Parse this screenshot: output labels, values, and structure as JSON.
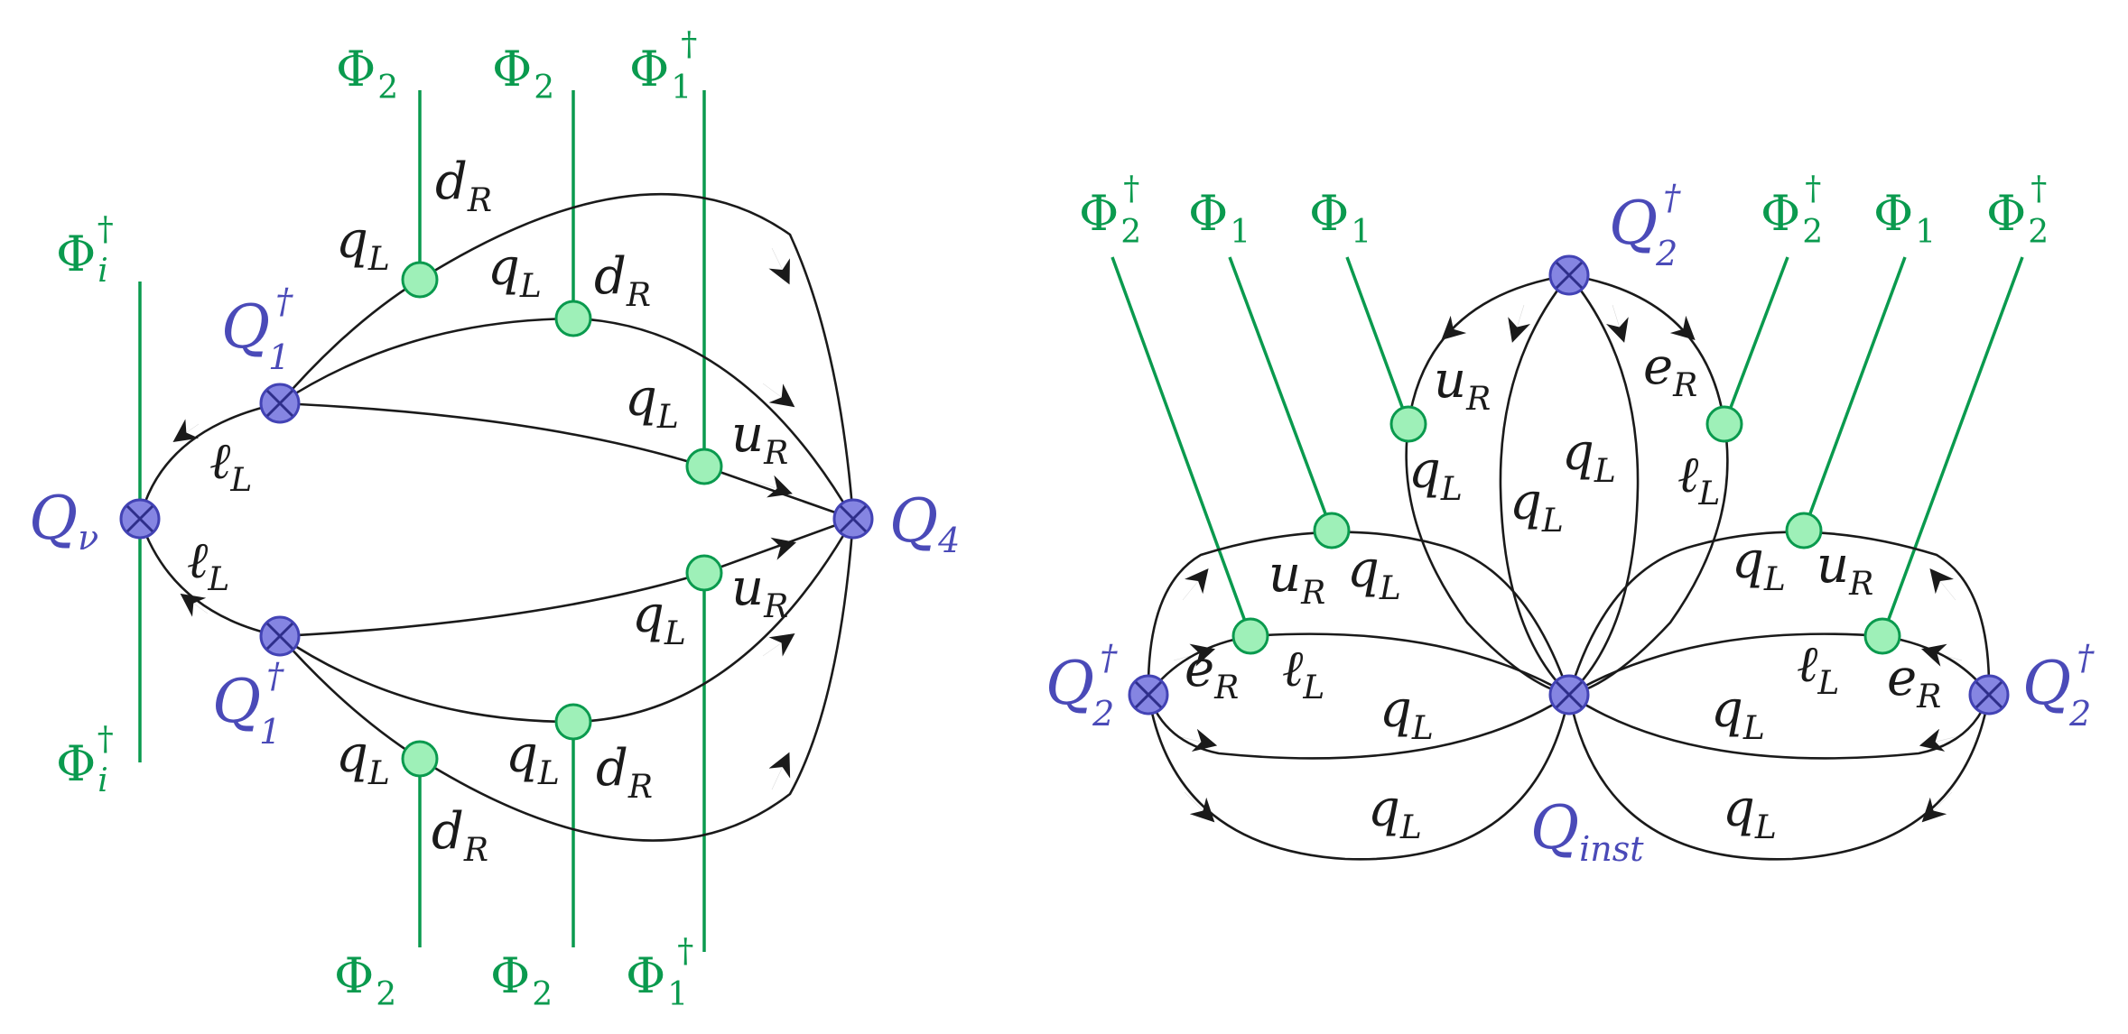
{
  "colors": {
    "ink": "#1a1a1a",
    "scalar": "#0a9a4e",
    "node_fill": "#9ef0b8",
    "vertex_fill": "#8585e2",
    "vertex_stroke": "#4343b5",
    "vertex_text": "#4a4ab8"
  },
  "symbols": {
    "Phi": "Φ",
    "dagger": "†",
    "nu": "ν",
    "ell": "ℓ"
  },
  "left_diagram": {
    "vertices": {
      "q_nu": {
        "base": "Q",
        "sub": "ν"
      },
      "q1_top": {
        "base": "Q",
        "sub": "1",
        "sup": "†"
      },
      "q1_bottom": {
        "base": "Q",
        "sub": "1",
        "sup": "†"
      },
      "q4": {
        "base": "Q",
        "sub": "4"
      }
    },
    "scalars": {
      "phi_i_top": {
        "base": "Φ",
        "sub": "i",
        "sup": "†"
      },
      "phi_i_bottom": {
        "base": "Φ",
        "sub": "i",
        "sup": "†"
      },
      "top_1": {
        "base": "Φ",
        "sub": "2"
      },
      "top_2": {
        "base": "Φ",
        "sub": "2"
      },
      "top_3": {
        "base": "Φ",
        "sub": "1",
        "sup": "†"
      },
      "bot_1": {
        "base": "Φ",
        "sub": "2"
      },
      "bot_2": {
        "base": "Φ",
        "sub": "2"
      },
      "bot_3": {
        "base": "Φ",
        "sub": "1",
        "sup": "†"
      }
    },
    "fermions": {
      "dR_top_outer": {
        "base": "d",
        "sub": "R"
      },
      "qL_top_outer": {
        "base": "q",
        "sub": "L"
      },
      "qL_top_mid": {
        "base": "q",
        "sub": "L"
      },
      "dR_top_mid": {
        "base": "d",
        "sub": "R"
      },
      "qL_top_inner": {
        "base": "q",
        "sub": "L"
      },
      "uR_top_inner": {
        "base": "u",
        "sub": "R"
      },
      "ellL_top": {
        "base": "ℓ",
        "sub": "L"
      },
      "ellL_bottom": {
        "base": "ℓ",
        "sub": "L"
      },
      "qL_bot_inner": {
        "base": "q",
        "sub": "L"
      },
      "uR_bot_inner": {
        "base": "u",
        "sub": "R"
      },
      "qL_bot_outer": {
        "base": "q",
        "sub": "L"
      },
      "qL_bot_mid": {
        "base": "q",
        "sub": "L"
      },
      "dR_bot_mid": {
        "base": "d",
        "sub": "R"
      },
      "dR_bot_outer": {
        "base": "d",
        "sub": "R"
      }
    }
  },
  "right_diagram": {
    "vertices": {
      "q2_top": {
        "base": "Q",
        "sub": "2",
        "sup": "†"
      },
      "q2_left": {
        "base": "Q",
        "sub": "2",
        "sup": "†"
      },
      "q2_right": {
        "base": "Q",
        "sub": "2",
        "sup": "†"
      },
      "q_inst": {
        "base": "Q",
        "sub": "inst"
      }
    },
    "scalars": {
      "s1": {
        "base": "Φ",
        "sub": "2",
        "sup": "†"
      },
      "s2": {
        "base": "Φ",
        "sub": "1"
      },
      "s3": {
        "base": "Φ",
        "sub": "1"
      },
      "s4": {
        "base": "Φ",
        "sub": "2",
        "sup": "†"
      },
      "s5": {
        "base": "Φ",
        "sub": "1"
      },
      "s6": {
        "base": "Φ",
        "sub": "2",
        "sup": "†"
      }
    },
    "fermions": {
      "uR_top": {
        "base": "u",
        "sub": "R"
      },
      "qL_top_left": {
        "base": "q",
        "sub": "L"
      },
      "qL_top_c1": {
        "base": "q",
        "sub": "L"
      },
      "qL_top_c2": {
        "base": "q",
        "sub": "L"
      },
      "eR_top": {
        "base": "e",
        "sub": "R"
      },
      "ellL_top": {
        "base": "ℓ",
        "sub": "L"
      },
      "uR_left": {
        "base": "u",
        "sub": "R"
      },
      "qL_left_upper": {
        "base": "q",
        "sub": "L"
      },
      "eR_left": {
        "base": "e",
        "sub": "R"
      },
      "ellL_left": {
        "base": "ℓ",
        "sub": "L"
      },
      "qL_left_mid": {
        "base": "q",
        "sub": "L"
      },
      "qL_left_low": {
        "base": "q",
        "sub": "L"
      },
      "qL_right_upper": {
        "base": "q",
        "sub": "L"
      },
      "uR_right": {
        "base": "u",
        "sub": "R"
      },
      "ellL_right": {
        "base": "ℓ",
        "sub": "L"
      },
      "eR_right": {
        "base": "e",
        "sub": "R"
      },
      "qL_right_mid": {
        "base": "q",
        "sub": "L"
      },
      "qL_right_low": {
        "base": "q",
        "sub": "L"
      }
    }
  }
}
